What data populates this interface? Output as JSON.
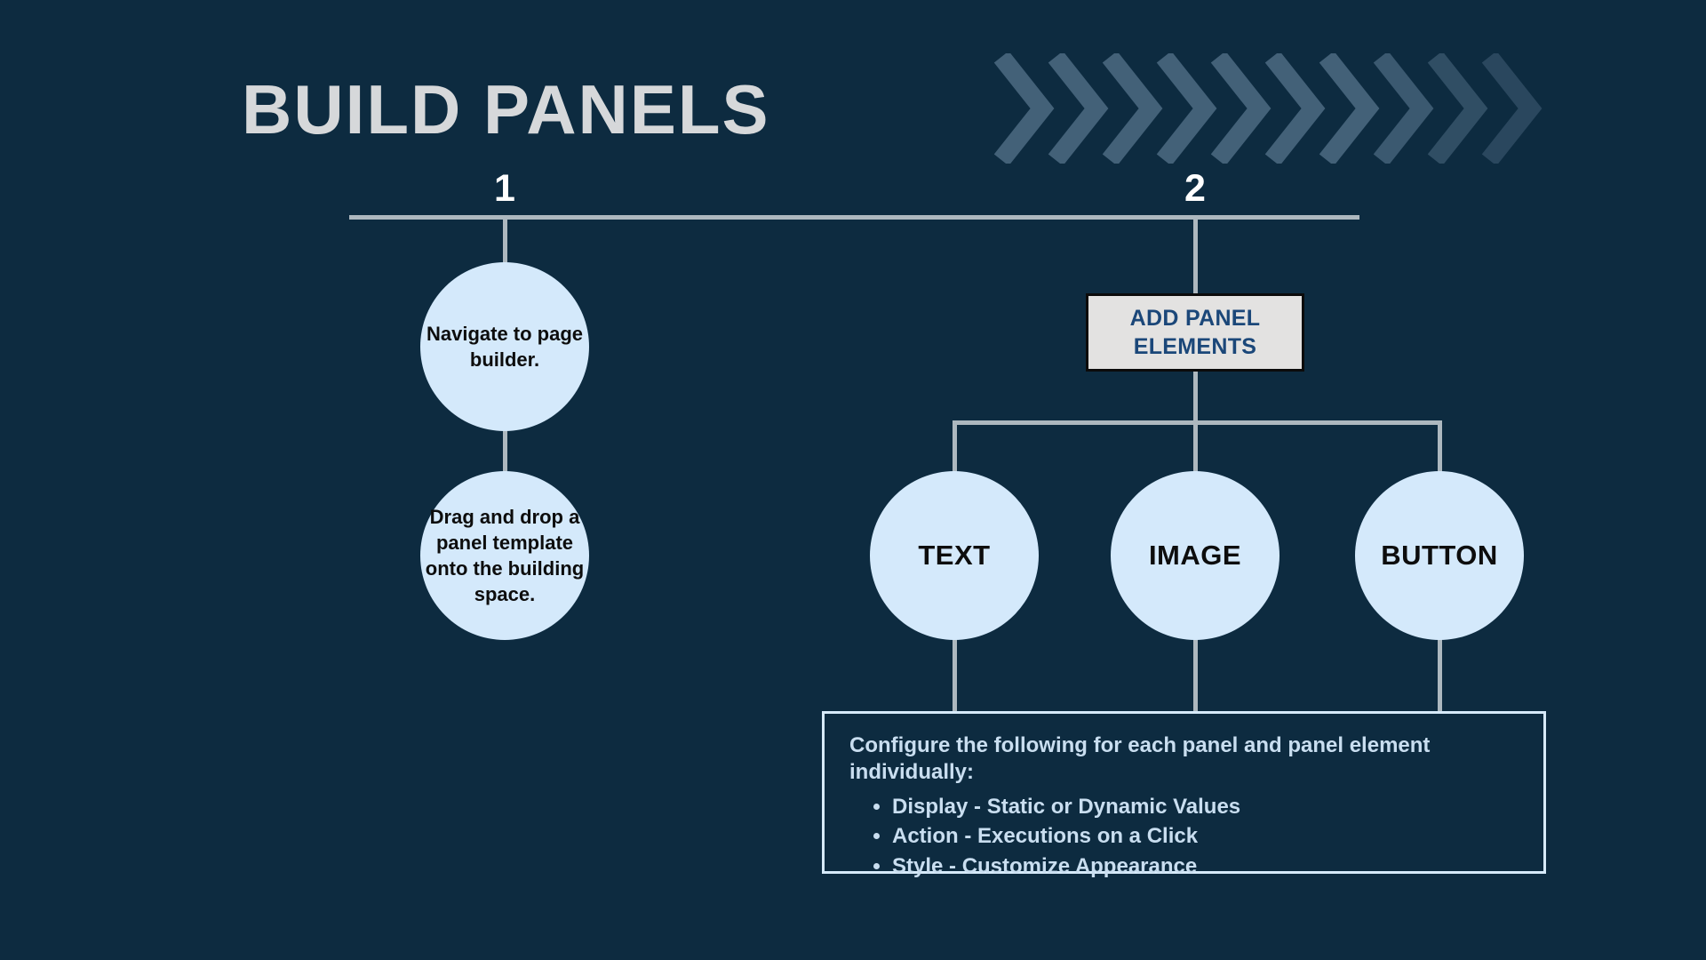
{
  "title": "BUILD PANELS",
  "decoration": {
    "chevrons": {
      "count": 10,
      "color": "#4e6b82",
      "opacities": [
        0.85,
        0.85,
        0.85,
        0.85,
        0.85,
        0.85,
        0.85,
        0.72,
        0.55,
        0.45
      ]
    }
  },
  "colors": {
    "background": "#0d2b40",
    "title_text": "#d6d8da",
    "connector_line": "#adb8bf",
    "step_number": "#ffffff",
    "circle_fill": "#d4e9fb",
    "circle_text": "#0d0d0d",
    "panel_box_fill": "#e3e2e1",
    "panel_box_border": "#0b0b0b",
    "panel_box_text": "#1b4779",
    "config_box_border": "#d6eafa",
    "config_box_text": "#c9def0",
    "chevron": "#4e6b82"
  },
  "timeline": {
    "steps": [
      {
        "number": "1"
      },
      {
        "number": "2"
      }
    ]
  },
  "step1": {
    "node1": "Navigate to page builder.",
    "node2": "Drag and drop a panel template onto the building space."
  },
  "step2": {
    "box_label": "ADD PANEL ELEMENTS",
    "elements": [
      "TEXT",
      "IMAGE",
      "BUTTON"
    ]
  },
  "config": {
    "heading": "Configure the following for each panel and panel element individually:",
    "bullets": [
      "Display - Static or Dynamic Values",
      "Action - Executions on a Click",
      "Style - Customize Appearance"
    ]
  }
}
